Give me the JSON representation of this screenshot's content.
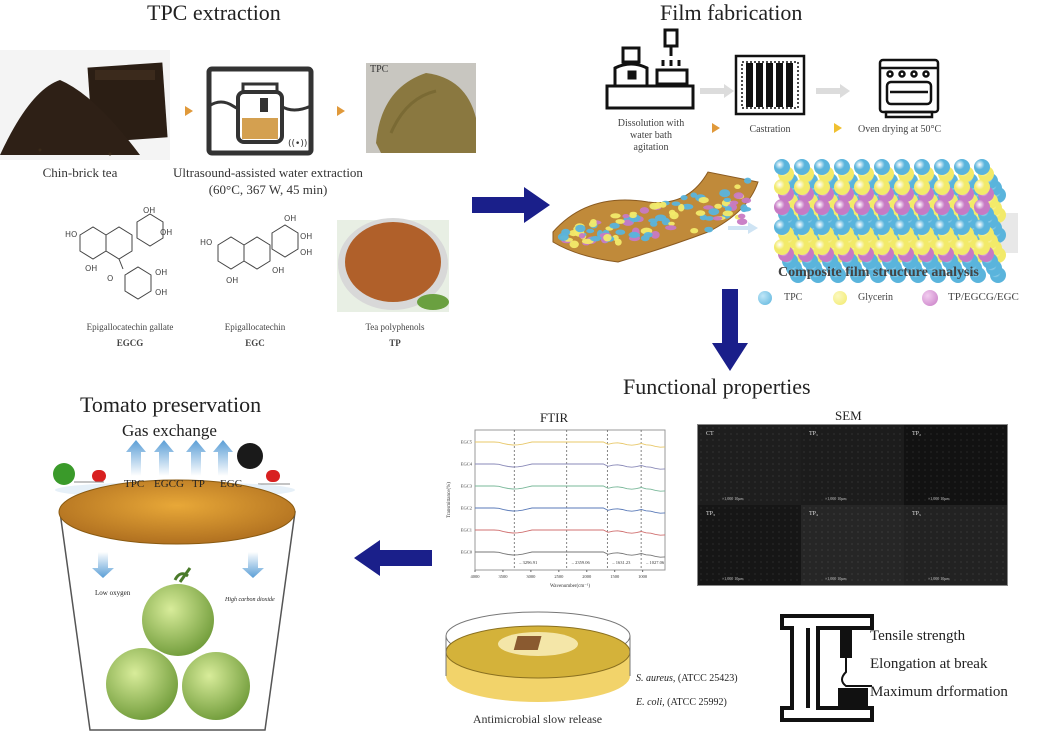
{
  "sections": {
    "tpc_extraction": {
      "title": "TPC extraction",
      "steps": [
        {
          "label": "Chin-brick tea",
          "icon": "tea-brick-photo"
        },
        {
          "label": "Ultrasound-assisted water extraction",
          "sublabel": "(60°C, 367 W, 45 min)",
          "icon": "ultrasound-bath-icon"
        },
        {
          "label": "TPC",
          "icon": "tpc-powder-photo"
        }
      ],
      "compounds": [
        {
          "name": "Epigallocatechin gallate",
          "abbr": "EGCG"
        },
        {
          "name": "Epigallocatechin",
          "abbr": "EGC"
        },
        {
          "name": "Tea polyphenols",
          "abbr": "TP"
        }
      ]
    },
    "film_fabrication": {
      "title": "Film fabrication",
      "steps": [
        {
          "label_lines": [
            "Dissolution with",
            "water bath",
            "agitation"
          ],
          "icon": "water-bath-agitation-icon"
        },
        {
          "label": "Castration",
          "icon": "casting-mold-icon"
        },
        {
          "label": "Oven drying at 50°C",
          "icon": "oven-icon"
        }
      ],
      "structure_caption": "Composite film structure analysis",
      "legend": [
        {
          "label": "TPC",
          "color": "#5ab4dc"
        },
        {
          "label": "Glycerin",
          "color": "#f2ea6a"
        },
        {
          "label": "TP/EGCG/EGC",
          "color": "#c77ac4"
        }
      ]
    },
    "functional_properties": {
      "title": "Functional properties",
      "ftir": {
        "title": "FTIR",
        "ylabel": "Transmittance(%)",
        "xlabel": "Wavenumber(cm⁻¹)",
        "x_ticks": [
          "4000",
          "3500",
          "3000",
          "2500",
          "2000",
          "1500",
          "1000"
        ],
        "series": [
          {
            "name": "EGC5",
            "color": "#e8c86a"
          },
          {
            "name": "EGC4",
            "color": "#8a8ab8"
          },
          {
            "name": "EGC3",
            "color": "#7ab89a"
          },
          {
            "name": "EGC2",
            "color": "#5a7ab8"
          },
          {
            "name": "EGC1",
            "color": "#d07070"
          },
          {
            "name": "EGC0",
            "color": "#777777"
          }
        ],
        "peaks": [
          "3296.91",
          "2359.06",
          "1631.23",
          "1027.06"
        ]
      },
      "sem": {
        "title": "SEM",
        "panels": [
          "CT",
          "TP₁",
          "TP₂",
          "TP₃",
          "TP₄",
          "TP₅"
        ],
        "scale_mag": "×1,000",
        "scale_bar": "10μm"
      },
      "antimicrobial": {
        "caption": "Antimicrobial slow release",
        "strains": [
          {
            "species": "S. aureus,",
            "atcc": "(ATCC 25423)"
          },
          {
            "species": "E. coli,",
            "atcc": "(ATCC 25992)"
          }
        ]
      },
      "mechanical": {
        "items": [
          "Tensile strength",
          "Elongation at break",
          "Maximum drformation"
        ]
      }
    },
    "tomato_preservation": {
      "title": "Tomato preservation",
      "subtitle": "Gas exchange",
      "released": [
        "TPC",
        "EGCG",
        "TP",
        "EGC"
      ],
      "labels": {
        "left": "Low oxygen",
        "right": "High carbon dioxide"
      }
    }
  },
  "colors": {
    "flow_arrow": "#1a1f8a",
    "step_arrow": "#e0993a",
    "tea_dark": "#2b1e14",
    "tpc_powder": "#8a7840",
    "tp_powder": "#b0602a",
    "film_base": "#c08a3a",
    "tomato": "#98c060"
  }
}
